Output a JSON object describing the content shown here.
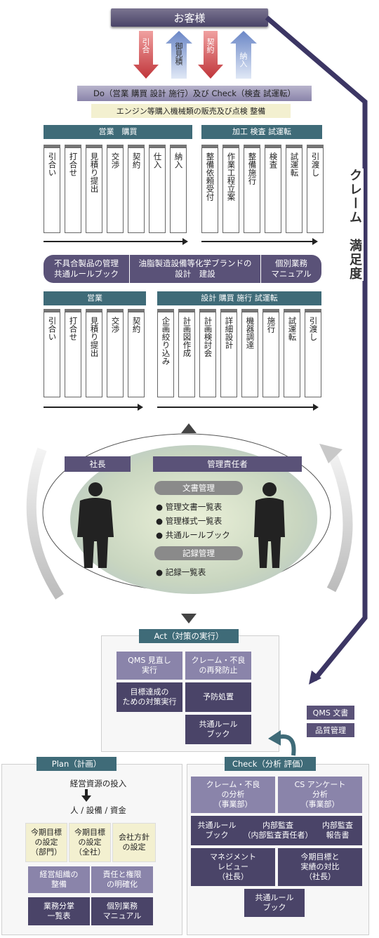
{
  "customer": "お客様",
  "arrows": {
    "down1": "引合",
    "up1": "御見積",
    "down2": "契約",
    "up2": "納入"
  },
  "do_header": "Do（営業 購買 設計 施行）及び Check（検査 試運転）",
  "do_sub": "エンジン等購入機械類の販売及び点検 整備",
  "group1": {
    "title_left": "営業　購買",
    "title_right": "加工 検査 試運転",
    "cols_left": [
      "引合い",
      "打合せ",
      "見積り提出",
      "交渉",
      "契約",
      "仕入",
      "納入"
    ],
    "cols_right": [
      "整備依頼受付",
      "作業工程立案",
      "整備施行",
      "検査",
      "試運転",
      "引渡し"
    ]
  },
  "middle_row": {
    "left": "不具合製品の管理\n共通ルールブック",
    "center": "油脂製造設備等化学ブランドの\n設計　建設",
    "right": "個別業務\nマニュアル"
  },
  "group2": {
    "title_left": "営業",
    "title_right": "設計 購買 施行 試運転",
    "cols_left": [
      "引合い",
      "打合せ",
      "見積り提出",
      "交渉",
      "契約"
    ],
    "cols_right": [
      "企画絞り込み",
      "計画図作成",
      "計画検討会",
      "詳細設計",
      "機器調達",
      "施行",
      "試運転",
      "引渡し"
    ]
  },
  "claim_label": "クレーム　満足度",
  "management": {
    "president": "社長",
    "manager": "管理責任者",
    "doc_mgmt": "文書管理",
    "doc_items": [
      "管理文書一覧表",
      "管理様式一覧表",
      "共通ルールブック"
    ],
    "rec_mgmt": "記録管理",
    "rec_items": [
      "記録一覧表"
    ]
  },
  "act": {
    "title": "Act（対策の実行）",
    "items": [
      "QMS 見直し\n実行",
      "クレーム・不良\nの再発防止",
      "目標達成の\nための対策実行",
      "予防処置",
      "共通ルール\nブック"
    ]
  },
  "qms_side": [
    "QMS 文書",
    "品質管理"
  ],
  "plan": {
    "title": "Plan（計画）",
    "invest": "経営資源の投入",
    "resources": "人 / 設備 / 資金",
    "items": [
      "今期目標\nの設定\n（部門）",
      "今期目標\nの設定\n（全社）",
      "会社方針\nの設定",
      "経営組織の\n整備",
      "責任と権限\nの明確化",
      "業務分掌\n一覧表",
      "個別業務\nマニュアル"
    ]
  },
  "check": {
    "title": "Check（分析 評価）",
    "items": [
      "クレーム・不良\nの分析\n（事業部）",
      "CS アンケート\n分析\n（事業部）",
      "共通ルール\nブック",
      "内部監査\n（内部監査責任者）",
      "内部監査\n報告書",
      "マネジメント\nレビュー\n（社長）",
      "今期目標と\n実績の対比\n（社長）",
      "共通ルール\nブック"
    ]
  },
  "colors": {
    "navy": "#5a5278",
    "lavender": "#8a84aa",
    "teal": "#3f6b78",
    "cream": "#f3f0d0",
    "red_arrow": "#c0353a",
    "blue_arrow": "#6a86c6"
  }
}
